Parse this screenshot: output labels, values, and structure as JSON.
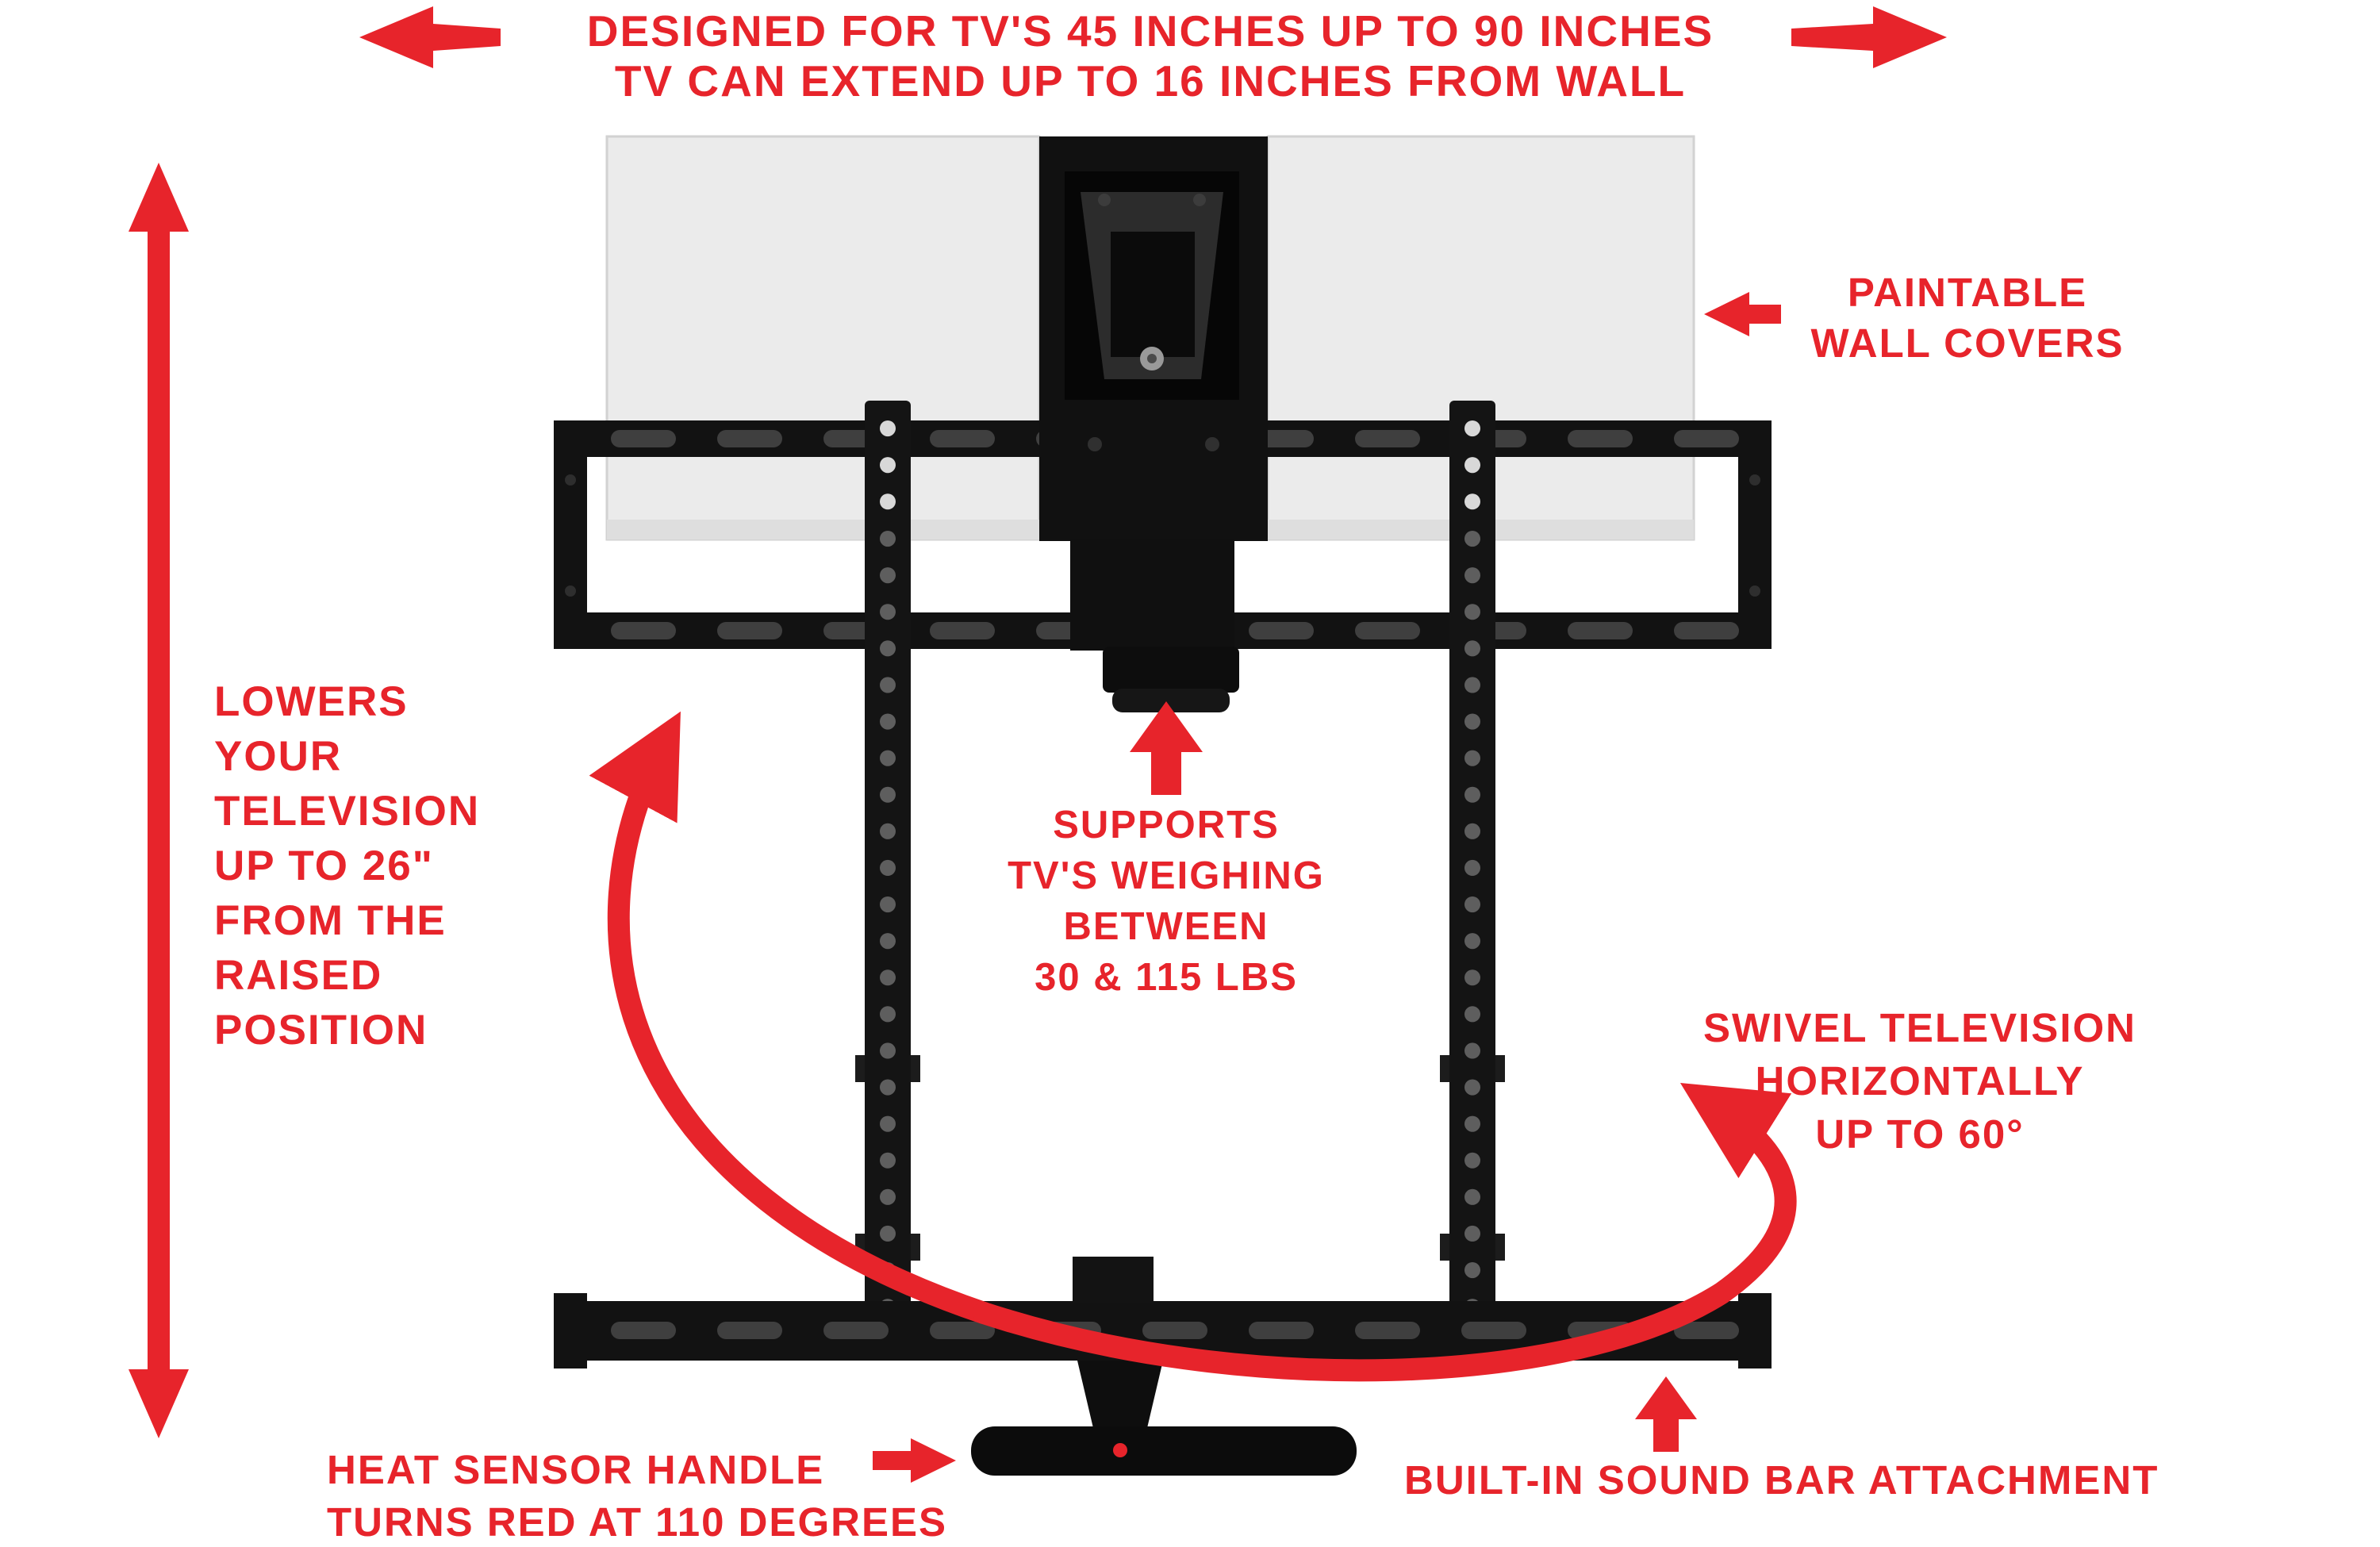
{
  "colors": {
    "accent_red": "#e7242b",
    "mount_black": "#121212",
    "wall_cover_gray": "#ebebeb"
  },
  "callouts": {
    "top": [
      "DESIGNED FOR TV'S 45 INCHES UP TO 90 INCHES",
      "TV CAN EXTEND UP TO 16 INCHES FROM WALL"
    ],
    "lower": [
      "LOWERS",
      "YOUR",
      "TELEVISION",
      "UP TO 26\"",
      "FROM THE",
      "RAISED",
      "POSITION"
    ],
    "paintable": [
      "PAINTABLE",
      "WALL COVERS"
    ],
    "supports": [
      "SUPPORTS",
      "TV'S WEIGHING",
      "BETWEEN",
      "30 & 115 LBS"
    ],
    "swivel": [
      "SWIVEL TELEVISION",
      "HORIZONTALLY",
      "UP TO 60°"
    ],
    "heat": [
      "HEAT SENSOR HANDLE",
      "TURNS RED AT 110 DEGREES"
    ],
    "soundbar": "BUILT-IN SOUND BAR ATTACHMENT"
  }
}
